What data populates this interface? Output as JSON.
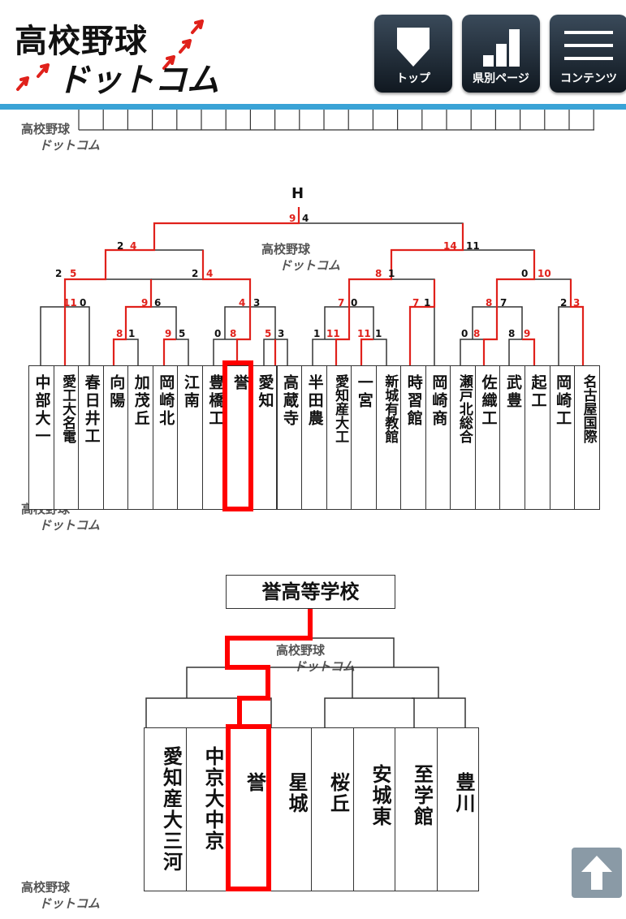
{
  "header": {
    "logo_line1": "高校野球",
    "logo_line2": "ドットコム",
    "nav": [
      {
        "label": "トップ",
        "icon": "home-plate-icon"
      },
      {
        "label": "県別ページ",
        "icon": "stairs-chart-icon"
      },
      {
        "label": "コンテンツ",
        "icon": "menu-icon"
      }
    ]
  },
  "watermark": {
    "line1": "高校野球",
    "line2": "ドットコム"
  },
  "bracket_top": {
    "final_label": "H",
    "teams": [
      "中部大一",
      "愛工大名電",
      "春日井工",
      "向陽",
      "加茂丘",
      "岡崎北",
      "江南",
      "豊橋工",
      "誉",
      "愛知",
      "高蔵寺",
      "半田農",
      "愛知産大工",
      "一宮",
      "新城有教館",
      "時習館",
      "岡崎商",
      "瀬戸北総合",
      "佐織工",
      "武豊",
      "起工",
      "岡崎工",
      "名古屋国際"
    ],
    "scores": {
      "final": [
        "9",
        "4"
      ],
      "semi_left": [
        "2",
        "4"
      ],
      "semi_right": [
        "14",
        "11"
      ],
      "q1": [
        "2",
        "5"
      ],
      "q2": [
        "2",
        "4"
      ],
      "q3": [
        "8",
        "1"
      ],
      "q4": [
        "0",
        "10"
      ],
      "r1": [
        "11",
        "0"
      ],
      "r2": [
        "9",
        "6"
      ],
      "r3": [
        "4",
        "3"
      ],
      "r4": [
        "7",
        "0"
      ],
      "r5": [
        "7",
        "1"
      ],
      "r6": [
        "8",
        "7"
      ],
      "r7": [
        "2",
        "3"
      ],
      "f1": [
        "8",
        "1"
      ],
      "f2": [
        "9",
        "5"
      ],
      "f3": [
        "0",
        "8"
      ],
      "f4": [
        "5",
        "3"
      ],
      "f5": [
        "1",
        "11"
      ],
      "f6": [
        "11",
        "1"
      ],
      "f7": [
        "0",
        "8"
      ],
      "f8": [
        "8",
        "9"
      ]
    }
  },
  "bracket_bottom": {
    "title": "誉高等学校",
    "teams": [
      "愛知産大三河",
      "中京大中京",
      "誉",
      "星城",
      "桜丘",
      "安城東",
      "至学館",
      "豊川"
    ]
  },
  "colors": {
    "accent": "#3aa3d6",
    "win_line": "#e0211b",
    "highlight": "#ff0000"
  }
}
